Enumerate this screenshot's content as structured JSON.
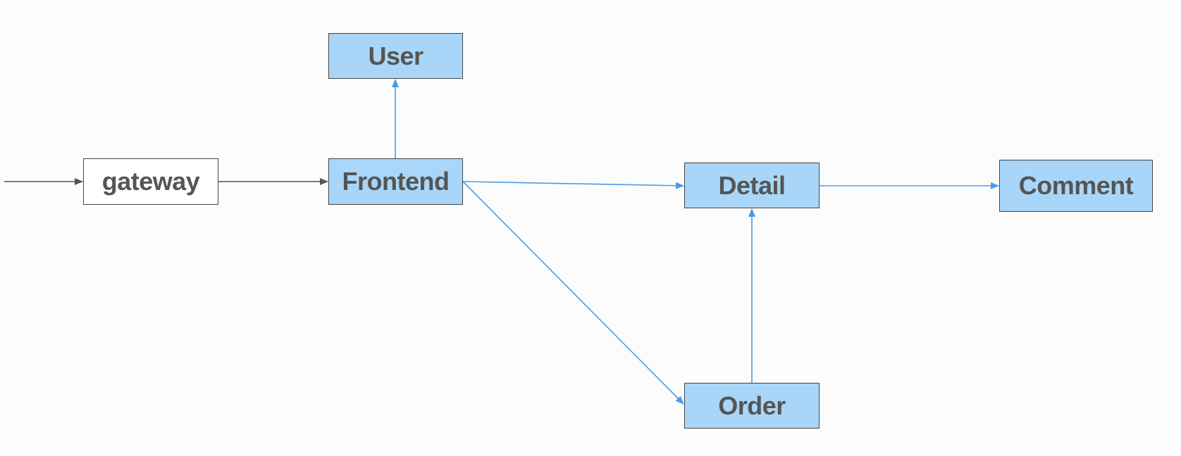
{
  "colors": {
    "background": "#fcfcfc",
    "service_fill": "#a9d6f8",
    "entry_fill": "#ffffff",
    "node_border": "#444444",
    "node_text": "#555555",
    "edge_blue": "#4a9ce8",
    "edge_dark": "#555555"
  },
  "nodes": {
    "gateway": {
      "label": "gateway",
      "kind": "entry"
    },
    "frontend": {
      "label": "Frontend",
      "kind": "service"
    },
    "user": {
      "label": "User",
      "kind": "service"
    },
    "detail": {
      "label": "Detail",
      "kind": "service"
    },
    "comment": {
      "label": "Comment",
      "kind": "service"
    },
    "order": {
      "label": "Order",
      "kind": "service"
    }
  },
  "edges": [
    {
      "from": "external",
      "to": "gateway",
      "color": "edge_dark"
    },
    {
      "from": "gateway",
      "to": "frontend",
      "color": "edge_dark"
    },
    {
      "from": "frontend",
      "to": "user",
      "color": "edge_blue"
    },
    {
      "from": "frontend",
      "to": "detail",
      "color": "edge_blue"
    },
    {
      "from": "frontend",
      "to": "order",
      "color": "edge_blue"
    },
    {
      "from": "order",
      "to": "detail",
      "color": "edge_blue"
    },
    {
      "from": "detail",
      "to": "comment",
      "color": "edge_blue"
    }
  ]
}
